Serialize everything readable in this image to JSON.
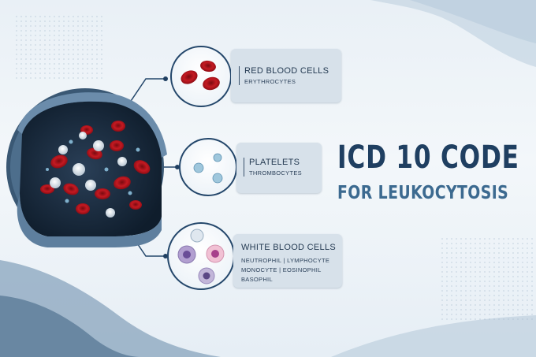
{
  "title": {
    "main": "ICD 10 CODE",
    "sub": "FOR LEUKOCYTOSIS"
  },
  "cards": [
    {
      "title": "RED BLOOD CELLS",
      "lines": [
        "ERYTHROCYTES"
      ]
    },
    {
      "title": "PLATELETS",
      "lines": [
        "THROMBOCYTES"
      ]
    },
    {
      "title": "WHITE BLOOD CELLS",
      "lines": [
        "NEUTROPHIL  |  LYMPHOCYTE",
        "MONOCYTE  |  EOSINOPHIL",
        "BASOPHIL"
      ]
    }
  ],
  "colors": {
    "accent_dark": "#1f3f61",
    "accent_mid": "#3c6a90",
    "red_cell": "#b3121c",
    "card_bg": "#d7e1ea"
  }
}
